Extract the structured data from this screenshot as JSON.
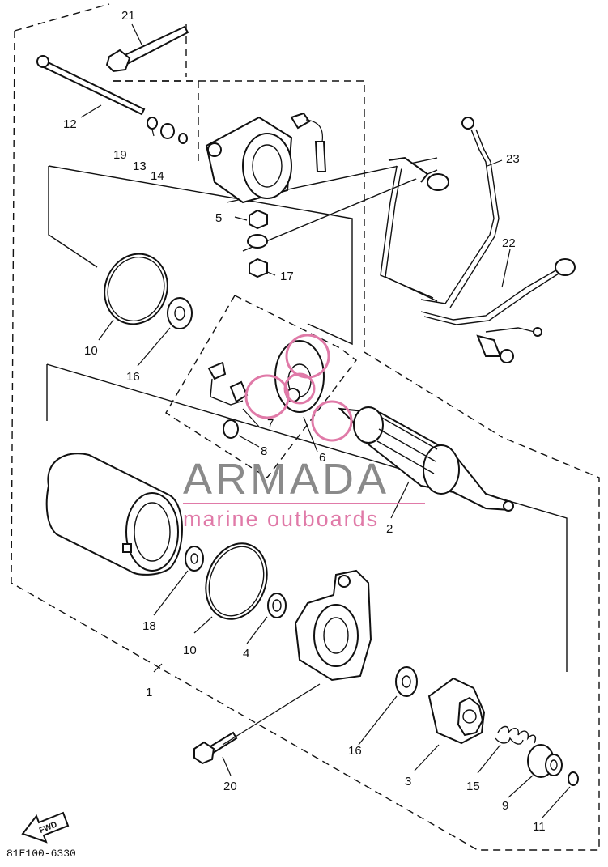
{
  "parts": [
    {
      "id": "p21",
      "label": "21"
    },
    {
      "id": "p12",
      "label": "12"
    },
    {
      "id": "p19",
      "label": "19"
    },
    {
      "id": "p13",
      "label": "13"
    },
    {
      "id": "p14",
      "label": "14"
    },
    {
      "id": "p5",
      "label": "5"
    },
    {
      "id": "p17",
      "label": "17"
    },
    {
      "id": "p23",
      "label": "23"
    },
    {
      "id": "p22",
      "label": "22"
    },
    {
      "id": "p10a",
      "label": "10"
    },
    {
      "id": "p16a",
      "label": "16"
    },
    {
      "id": "p7",
      "label": "7"
    },
    {
      "id": "p8",
      "label": "8"
    },
    {
      "id": "p6",
      "label": "6"
    },
    {
      "id": "p2",
      "label": "2"
    },
    {
      "id": "p18",
      "label": "18"
    },
    {
      "id": "p10b",
      "label": "10"
    },
    {
      "id": "p4",
      "label": "4"
    },
    {
      "id": "p1",
      "label": "1"
    },
    {
      "id": "p16b",
      "label": "16"
    },
    {
      "id": "p3",
      "label": "3"
    },
    {
      "id": "p15",
      "label": "15"
    },
    {
      "id": "p9",
      "label": "9"
    },
    {
      "id": "p11",
      "label": "11"
    },
    {
      "id": "p20",
      "label": "20"
    }
  ],
  "watermark": {
    "brand": "ARMADA",
    "tagline": "marine outboards",
    "colors": {
      "brand": "#8a8a8a",
      "tagline": "#e07aa8"
    }
  },
  "fwd_badge": "FWD",
  "drawing_code": "81E100-6330"
}
